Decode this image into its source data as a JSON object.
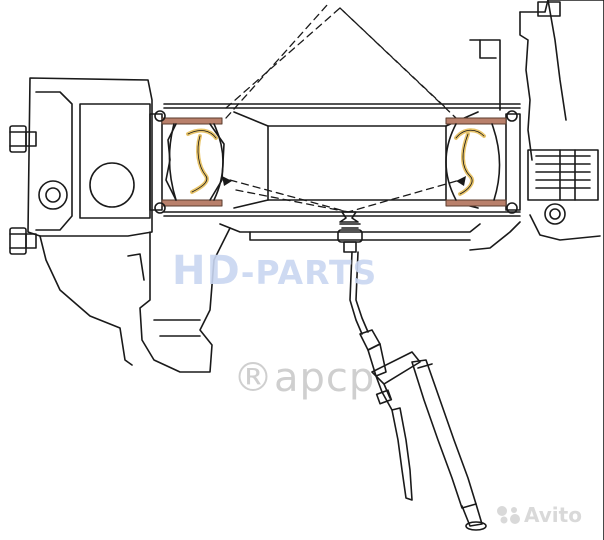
{
  "watermarks": {
    "hd": "HD",
    "parts": "-PARTS",
    "ru": "®apcp",
    "avito": "Avito"
  },
  "colors": {
    "line": "#1a1a1a",
    "seal": "#b9806b",
    "grease": "#e8c46a",
    "watermark_blue": "#c9d6f1",
    "watermark_grey": "#c7c7c7"
  }
}
